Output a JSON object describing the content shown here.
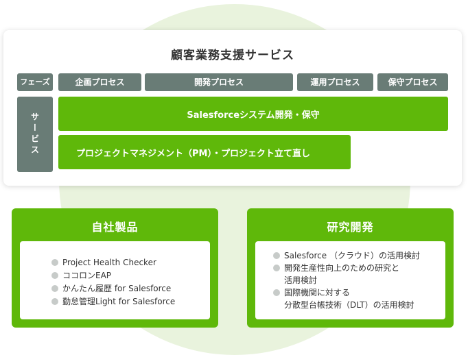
{
  "top": {
    "title": "顧客業務支援サービス",
    "phases": [
      "フェーズ",
      "企画プロセス",
      "開発プロセス",
      "運用プロセス",
      "保守プロセス"
    ],
    "service_label": "サービス",
    "bars": [
      "Salesforceシステム開発・保守",
      "プロジェクトマネジメント（PM）・プロジェクト立て直し"
    ]
  },
  "own_products": {
    "title": "自社製品",
    "items": [
      "Project Health Checker",
      "ココロンEAP",
      "かんたん履歴 for Salesforce",
      "勤怠管理Light for Salesforce"
    ]
  },
  "research": {
    "title": "研究開発",
    "items": [
      [
        "Salesforce （クラウド）の活用検討"
      ],
      [
        "開発生産性向上のための研究と",
        "活用検討"
      ],
      [
        "国際機関に対する",
        "分散型台帳技術（DLT）の活用検討"
      ]
    ]
  },
  "colors": {
    "green": "#5fb80a",
    "gray_label": "#697c76",
    "background_circle": "#e9f3dd"
  }
}
